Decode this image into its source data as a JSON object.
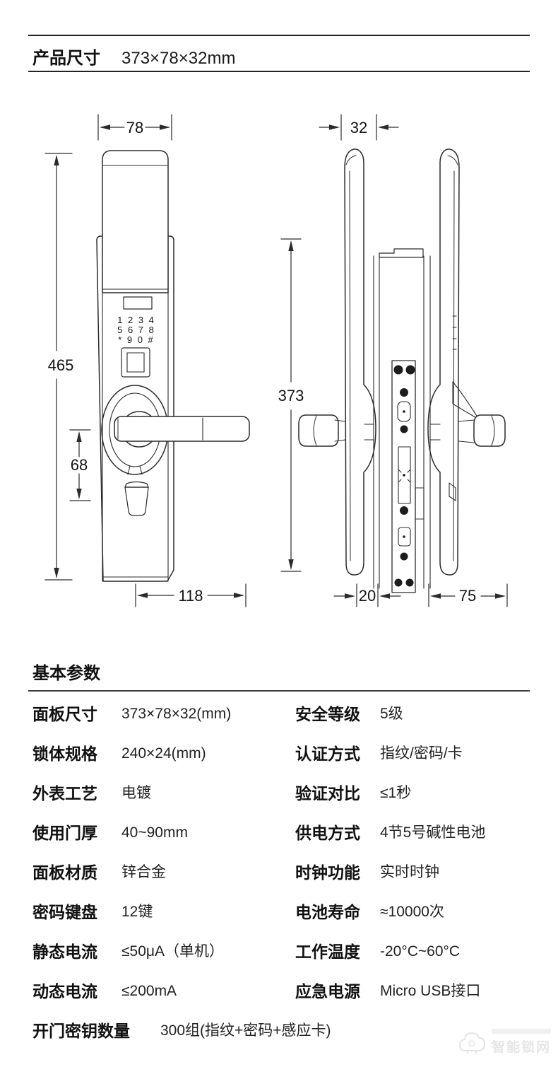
{
  "header": {
    "title": "产品尺寸",
    "dimensions": "373×78×32mm"
  },
  "drawing": {
    "front_view": {
      "keypad_rows": [
        "1 2 3 4",
        "5 6 7 8",
        "* 9 0 #"
      ],
      "dims": {
        "width": "78",
        "height": "465",
        "handle_offset": "68",
        "handle_length": "118"
      }
    },
    "side_view": {
      "dims": {
        "thickness": "32",
        "panel_height": "373",
        "edge_gap": "20",
        "handle_depth": "75"
      }
    }
  },
  "specs": {
    "section_title": "基本参数",
    "rows": [
      {
        "l_label": "面板尺寸",
        "l_value": "373×78×32(mm)",
        "r_label": "安全等级",
        "r_value": "5级"
      },
      {
        "l_label": "锁体规格",
        "l_value": "240×24(mm)",
        "r_label": "认证方式",
        "r_value": "指纹/密码/卡"
      },
      {
        "l_label": "外表工艺",
        "l_value": "电镀",
        "r_label": "验证对比",
        "r_value": "≤1秒"
      },
      {
        "l_label": "使用门厚",
        "l_value": "40~90mm",
        "r_label": "供电方式",
        "r_value": "4节5号碱性电池"
      },
      {
        "l_label": "面板材质",
        "l_value": "锌合金",
        "r_label": "时钟功能",
        "r_value": "实时时钟"
      },
      {
        "l_label": "密码键盘",
        "l_value": "12键",
        "r_label": "电池寿命",
        "r_value": "≈10000次"
      },
      {
        "l_label": "静态电流",
        "l_value": "≤50μA（单机）",
        "r_label": "工作温度",
        "r_value": "-20°C~60°C"
      },
      {
        "l_label": "动态电流",
        "l_value": "≤200mA",
        "r_label": "应急电源",
        "r_value": "Micro USB接口"
      }
    ],
    "full_row": {
      "label": "开门密钥数量",
      "value": "300组(指纹+密码+感应卡)"
    }
  },
  "watermark": {
    "text": "智能锁网"
  }
}
